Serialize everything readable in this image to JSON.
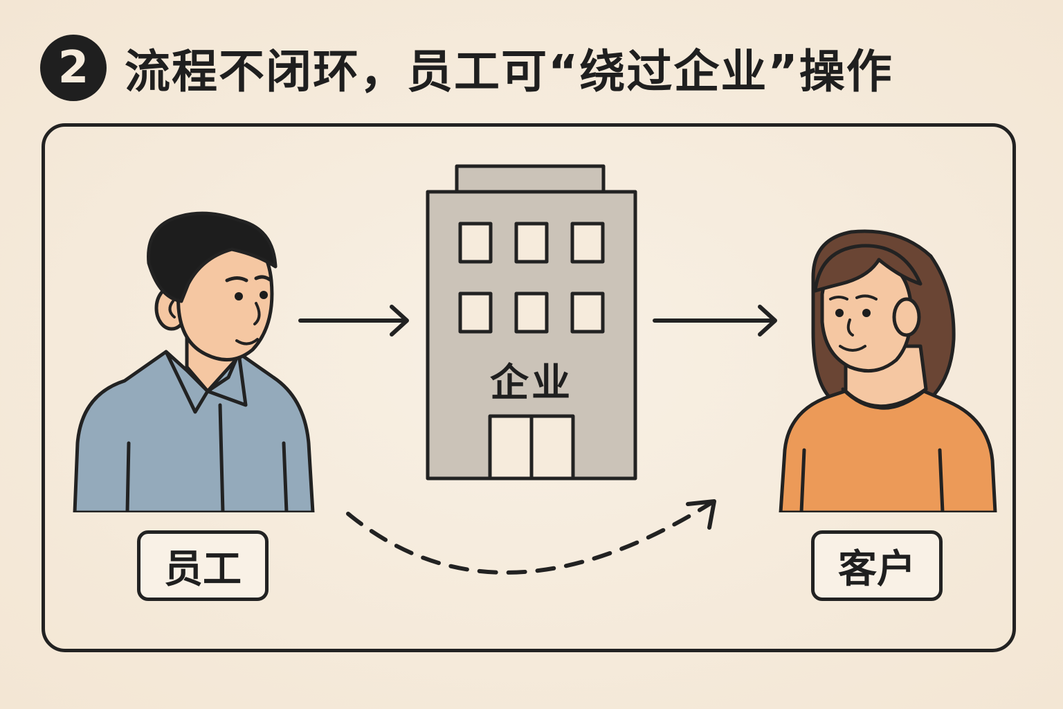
{
  "header": {
    "step_number": "2",
    "title": "流程不闭环，员工可“绕过企业”操作"
  },
  "nodes": {
    "employee_label": "员工",
    "company_label": "企业",
    "customer_label": "客户"
  },
  "colors": {
    "background": "#f6ebdc",
    "outline": "#222222",
    "employee_shirt": "#94aabb",
    "building": "#cbc3b8",
    "customer_sweater": "#ec9a58",
    "customer_hair": "#6a4534",
    "skin": "#f5c7a2"
  },
  "icons": [
    "employee-figure-icon",
    "office-building-icon",
    "customer-figure-icon",
    "solid-arrow-icon",
    "dashed-bypass-arrow-icon"
  ]
}
